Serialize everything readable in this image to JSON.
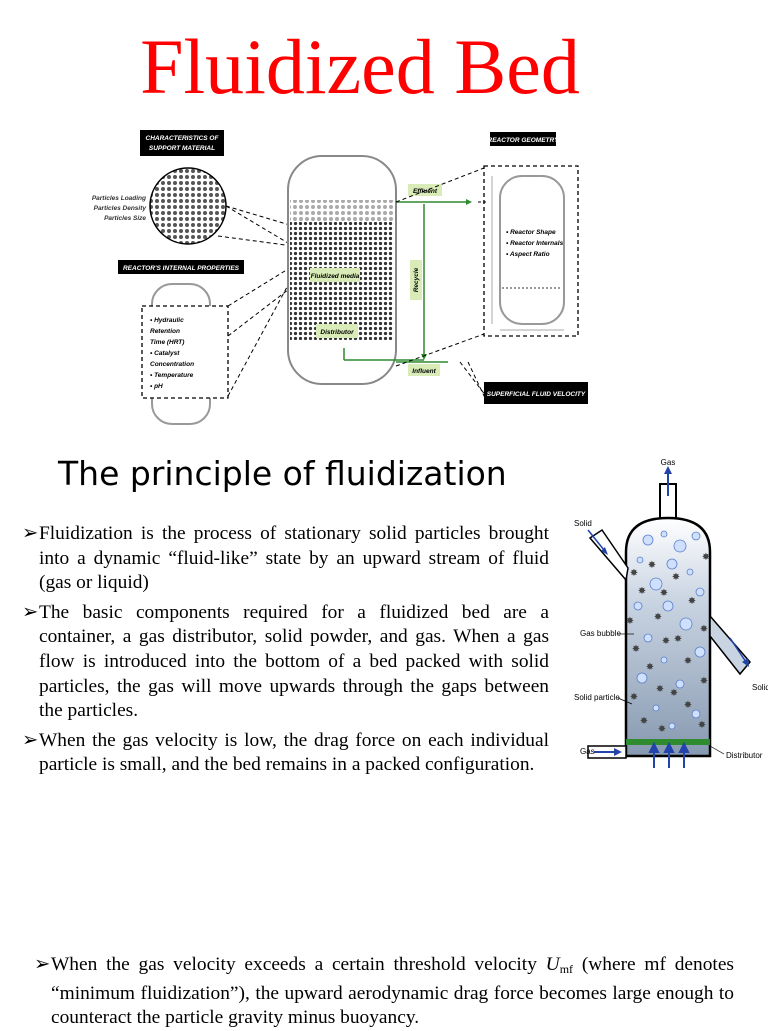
{
  "title": "Fluidized Bed",
  "top_diagram": {
    "support_box": "CHARACTERISTICS OF\nSUPPORT MATERIAL",
    "support_items": [
      "Particles Loading",
      "Particles Density",
      "Particles Size"
    ],
    "internal_box": "REACTOR'S INTERNAL PROPERTIES",
    "internal_items": [
      "• Hydraulic",
      "Retention",
      "Time (HRT)",
      "• Catalyst",
      "Concentration",
      "• Temperature",
      "• pH"
    ],
    "geometry_box": "REACTOR GEOMETRY",
    "geometry_items": [
      "• Reactor Shape",
      "• Reactor Internals",
      "• Aspect Ratio"
    ],
    "velocity_box": "SUPERFICIAL FLUID VELOCITY",
    "effluent": "Effluent",
    "influent": "Influent",
    "recycle": "Recycle",
    "fluidized_media": "Fluidized media",
    "distributor": "Distributor"
  },
  "subtitle": "The principle of fluidization",
  "bullet_marker": "➢",
  "bullets": [
    "Fluidization is the process of stationary solid particles brought into a dynamic “fluid-like” state by an upward stream of fluid (gas or liquid)",
    "The basic components required for a fluidized bed are a container, a gas distributor, solid powder, and gas. When a gas flow is introduced into the bottom of a bed packed with solid particles, the gas will move upwards through the gaps between the particles.",
    "When the gas velocity is low, the drag force on each individual particle is small, and the bed remains in a packed configuration."
  ],
  "figure_labels": {
    "gas_top": "Gas",
    "solid_in": "Solid",
    "gas_bubble": "Gas bubble",
    "solid_out": "Solid",
    "solid_particle": "Solid particle",
    "gas_in": "Gas",
    "distributor": "Distributor"
  },
  "bottom_text": {
    "before": "When the gas velocity exceeds a certain threshold velocity ",
    "var": "U",
    "subscript": "mf",
    "after": " (where mf denotes “minimum fluidization”), the upward aerodynamic drag force becomes large enough to counteract the particle gravity minus buoyancy."
  },
  "colors": {
    "title": "#ff0000",
    "label_green": "#d9ecb8",
    "distributor_green": "#2e8b2e",
    "arrow_blue": "#2244aa"
  }
}
